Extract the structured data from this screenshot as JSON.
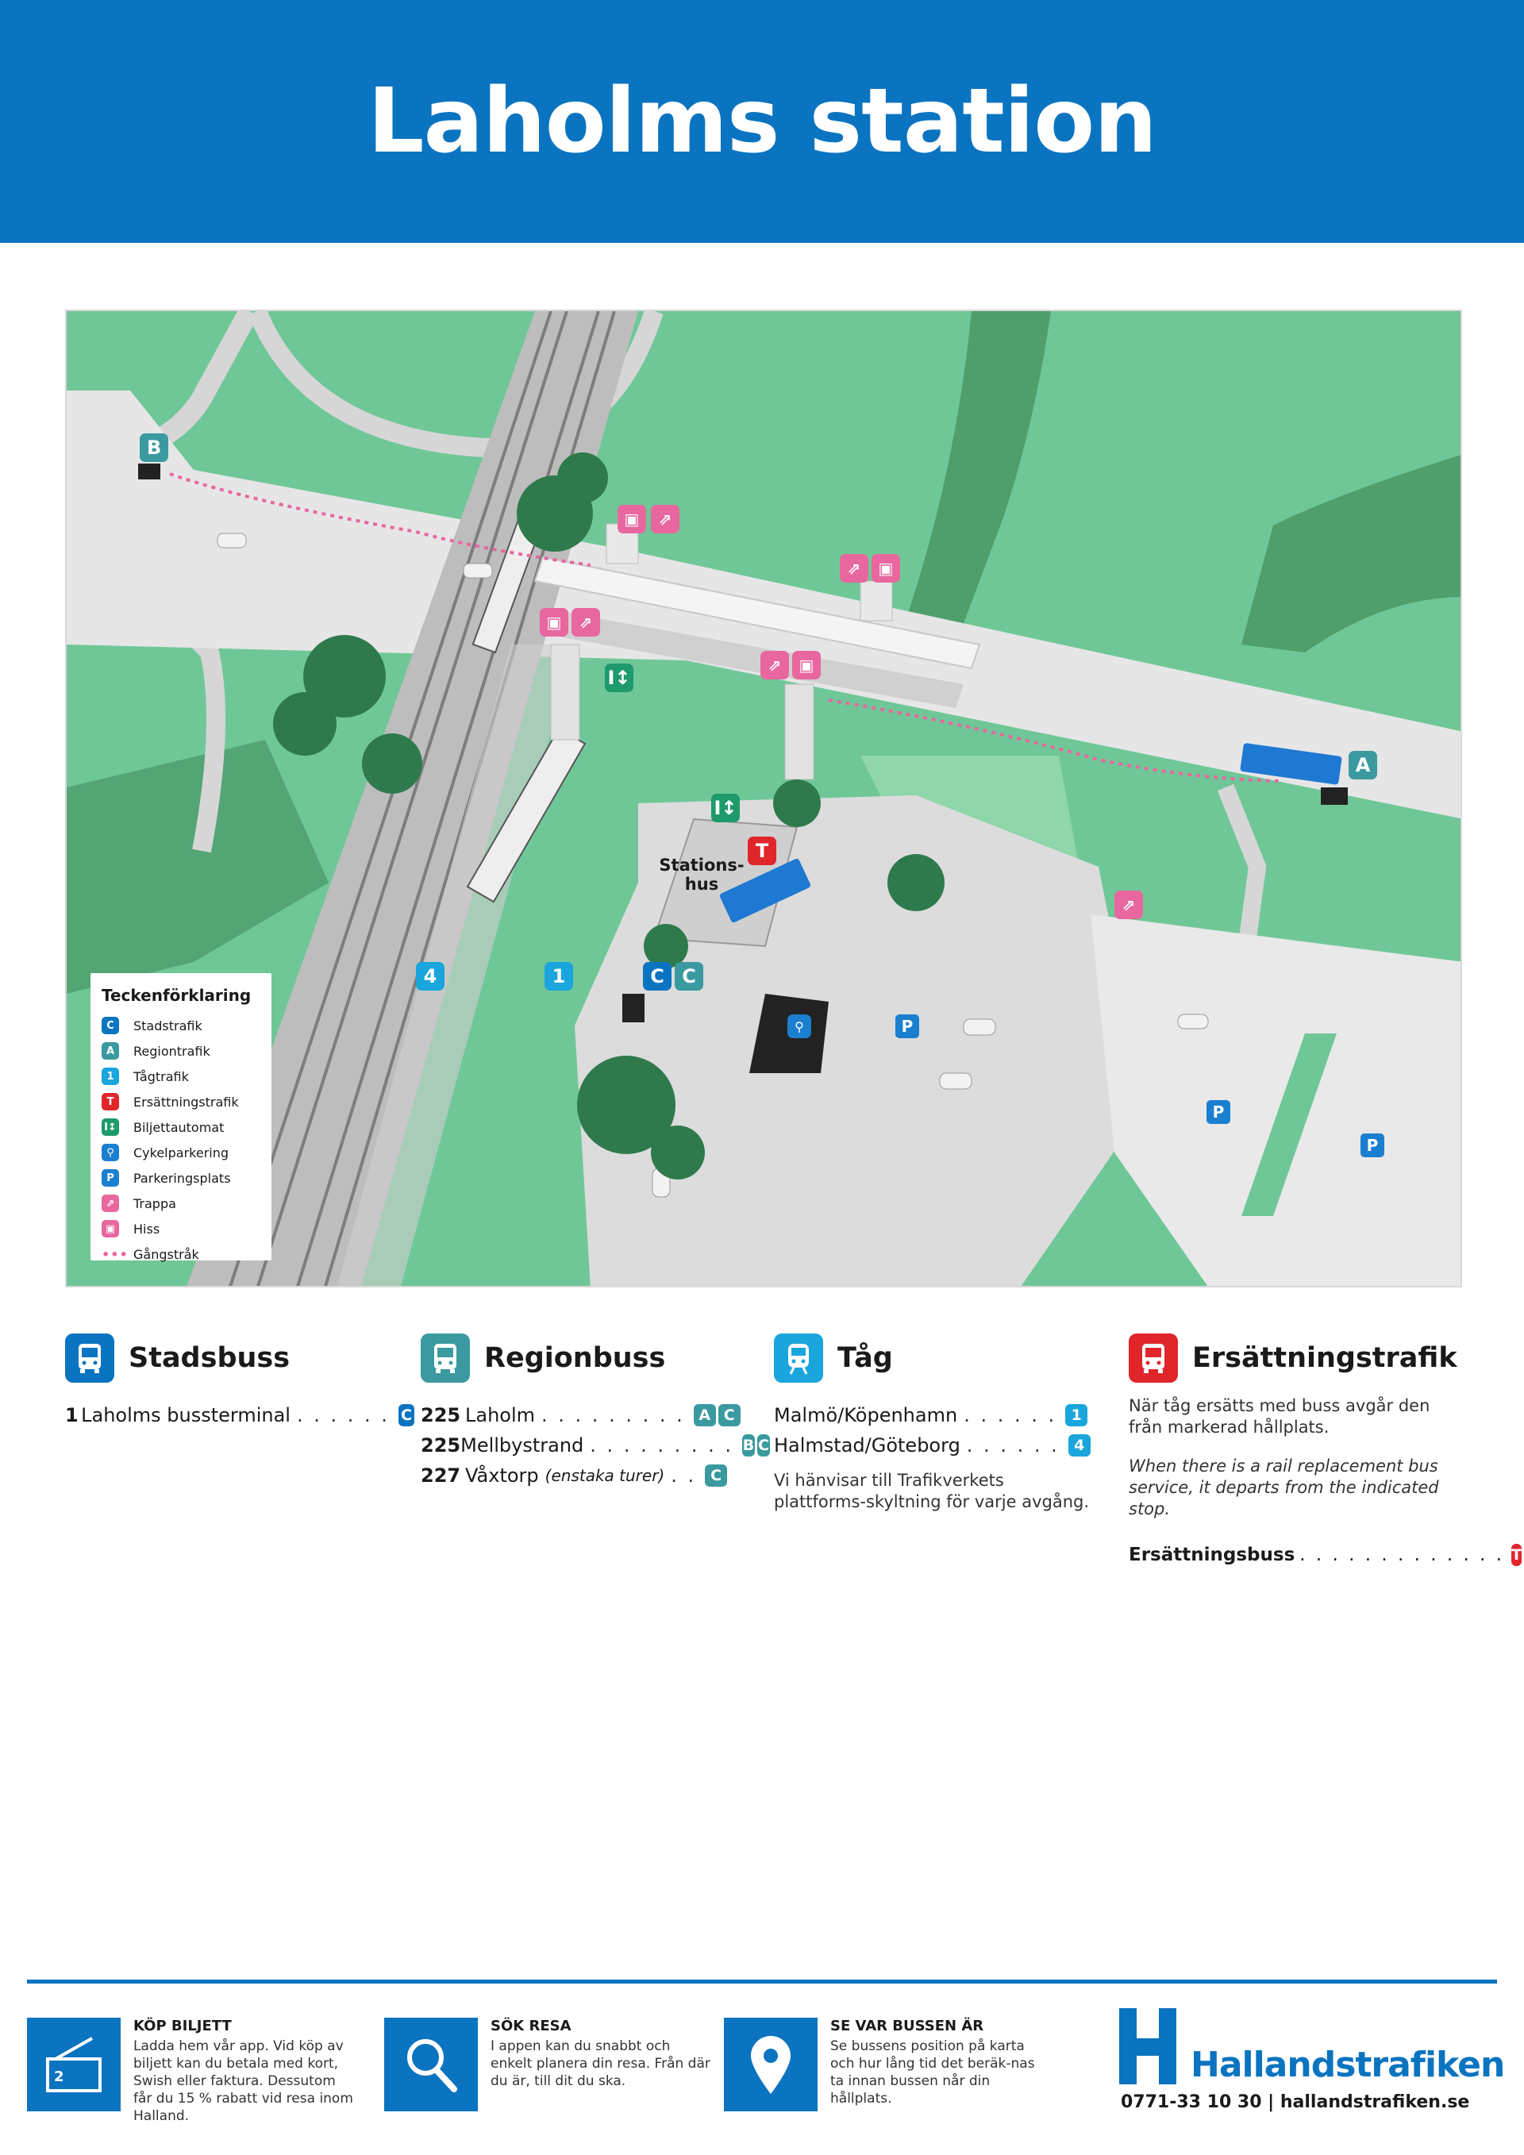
{
  "title": "Laholms station",
  "map": {
    "station_label": "Stations-\nhus",
    "markers": {
      "B": "B",
      "A": "A",
      "C1": "C",
      "C2": "C",
      "T": "T",
      "track4": "4",
      "track1": "1",
      "P": "P",
      "bilj": "I↕"
    }
  },
  "legend": {
    "title": "Teckenförklaring",
    "items": [
      {
        "symbol": "C",
        "label": "Stadstrafik",
        "color": "#0b74c0"
      },
      {
        "symbol": "A",
        "label": "Regiontrafik",
        "color": "#3a9aa0"
      },
      {
        "symbol": "1",
        "label": "Tågtrafik",
        "color": "#1aa6dc"
      },
      {
        "symbol": "T",
        "label": "Ersättningstrafik",
        "color": "#e0262b"
      },
      {
        "symbol": "I↕",
        "label": "Biljettautomat",
        "color": "#1e9a6b"
      },
      {
        "symbol": "⚲",
        "label": "Cykelparkering",
        "color": "#1b7fd0"
      },
      {
        "symbol": "P",
        "label": "Parkeringsplats",
        "color": "#1b7fd0"
      },
      {
        "symbol": "⇗",
        "label": "Trappa",
        "color": "#e8679f"
      },
      {
        "symbol": "▣",
        "label": "Hiss",
        "color": "#e8679f"
      },
      {
        "symbol": "",
        "label": "Gångstråk",
        "color": "#e8679f"
      }
    ]
  },
  "stadsbuss": {
    "title": "Stadsbuss",
    "lines": [
      {
        "num": "1",
        "dest": "Laholms bussterminal",
        "tags": [
          "C"
        ]
      }
    ]
  },
  "regionbuss": {
    "title": "Regionbuss",
    "lines": [
      {
        "num": "225",
        "dest": "Laholm",
        "tags": [
          "A",
          "C"
        ]
      },
      {
        "num": "225",
        "dest": "Mellbystrand",
        "tags": [
          "B",
          "C"
        ]
      },
      {
        "num": "227",
        "dest": "Våxtorp",
        "dest_extra": "(enstaka turer)",
        "tags": [
          "C"
        ]
      }
    ]
  },
  "tag": {
    "title": "Tåg",
    "lines": [
      {
        "dest": "Malmö/Köpenhamn",
        "tags": [
          "1"
        ]
      },
      {
        "dest": "Halmstad/Göteborg",
        "tags": [
          "4"
        ]
      }
    ],
    "note": "Vi hänvisar till Trafikverkets plattforms-skyltning för varje avgång."
  },
  "ersattning": {
    "title": "Ersättningstrafik",
    "note": "När tåg ersätts med buss avgår den från markerad hållplats.",
    "note_en": "When there is a rail replacement bus service, it departs from the indicated stop.",
    "line_label": "Ersättningsbuss",
    "tag": "T"
  },
  "footer": {
    "kop": {
      "title": "KÖP BILJETT",
      "text": "Ladda hem vår app. Vid köp av biljett kan du betala med kort, Swish eller faktura. Dessutom får du 15 % rabatt vid resa inom Halland."
    },
    "sok": {
      "title": "SÖK RESA",
      "text": "I appen kan du snabbt och enkelt planera din resa. Från där du är, till dit du ska."
    },
    "se": {
      "title": "SE VAR BUSSEN ÄR",
      "text": "Se bussens position på karta och hur lång tid det beräk-nas ta innan bussen når din hållplats."
    },
    "brand": "Hallandstrafiken",
    "contact": "0771-33 10 30 | hallandstrafiken.se"
  },
  "colors": {
    "brand_blue": "#0b74c0",
    "stad": "#0b74c0",
    "region": "#3a9aa0",
    "tag": "#1aa6dc",
    "ersattning": "#e0262b",
    "grass": "#6fc797",
    "walk": "#e8679f"
  }
}
